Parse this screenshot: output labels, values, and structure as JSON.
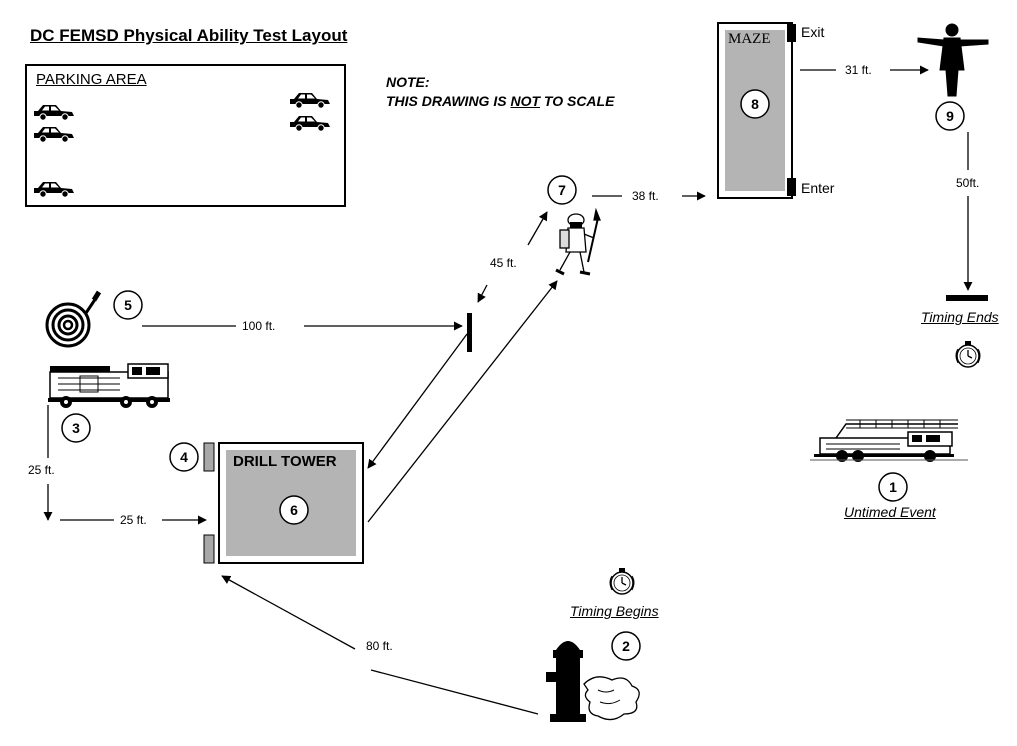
{
  "header": {
    "title": "DC FEMSD Physical Ability Test Layout"
  },
  "parking": {
    "label": "PARKING AREA"
  },
  "note": {
    "line1": "NOTE:",
    "line2_pre": "THIS DRAWING IS ",
    "line2_em": "NOT",
    "line2_post": " TO SCALE"
  },
  "maze": {
    "label": "MAZE",
    "exit": "Exit",
    "enter": "Enter"
  },
  "drill_tower": {
    "label": "DRILL TOWER"
  },
  "stations": [
    "1",
    "2",
    "3",
    "4",
    "5",
    "6",
    "7",
    "8",
    "9"
  ],
  "distances": {
    "hydrant_to_tower": "80 ft.",
    "engine_down": "25 ft.",
    "engine_to_tower": "25 ft.",
    "hose_to_post": "100 ft.",
    "post_to_station7": "45 ft.",
    "station7_to_maze": "38 ft.",
    "maze_to_dummy": "31 ft.",
    "dummy_to_finish": "50ft."
  },
  "timing": {
    "begins": "Timing Begins",
    "ends": "Timing Ends"
  },
  "events": {
    "untimed": "Untimed Event"
  },
  "icons": [
    "car-icon",
    "fire-engine-icon",
    "ladder-truck-icon",
    "hose-icon",
    "firefighter-icon",
    "dummy-icon",
    "stopwatch-icon",
    "hydrant-icon"
  ]
}
